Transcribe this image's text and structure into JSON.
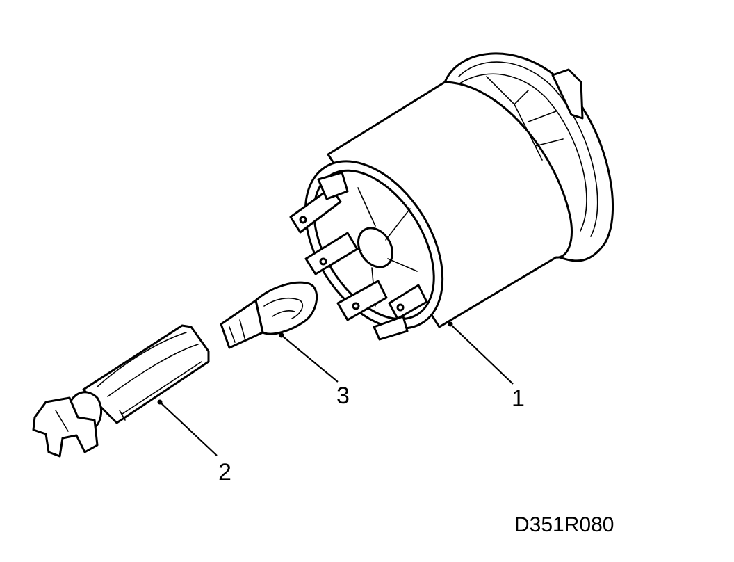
{
  "callouts": [
    {
      "id": "1",
      "label": "1",
      "part": "bulb-holder-housing"
    },
    {
      "id": "2",
      "label": "2",
      "part": "bulb-socket"
    },
    {
      "id": "3",
      "label": "3",
      "part": "wedge-bulb"
    }
  ],
  "document_id": "D351R080"
}
